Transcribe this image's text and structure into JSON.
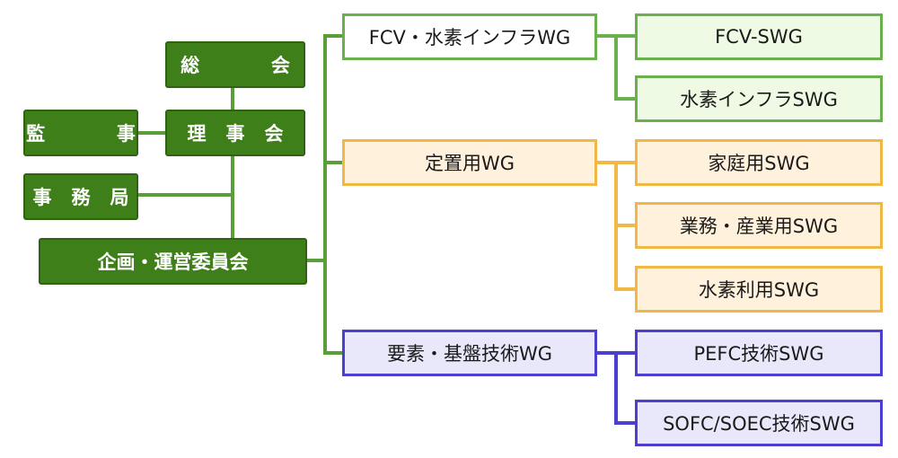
{
  "org": {
    "general_meeting": "総　会",
    "board": "理 事 会",
    "auditor": "監　事",
    "secretariat": "事 務 局",
    "planning_committee": "企画・運営委員会"
  },
  "working_groups": [
    {
      "label": "FCV・水素インフラWG",
      "color": "#6ab04c",
      "subgroups": [
        "FCV-SWG",
        "水素インフラSWG"
      ]
    },
    {
      "label": "定置用WG",
      "color": "#f2b847",
      "subgroups": [
        "家庭用SWG",
        "業務・産業用SWG",
        "水素利用SWG"
      ]
    },
    {
      "label": "要素・基盤技術WG",
      "color": "#4c3fd0",
      "subgroups": [
        "PEFC技術SWG",
        "SOFC/SOEC技術SWG"
      ]
    }
  ],
  "colors": {
    "org_fill": "#3f7f1a",
    "org_line": "#5a9e3a",
    "green": "#6ab04c",
    "yellow": "#f2b847",
    "blue": "#4c3fd0"
  }
}
